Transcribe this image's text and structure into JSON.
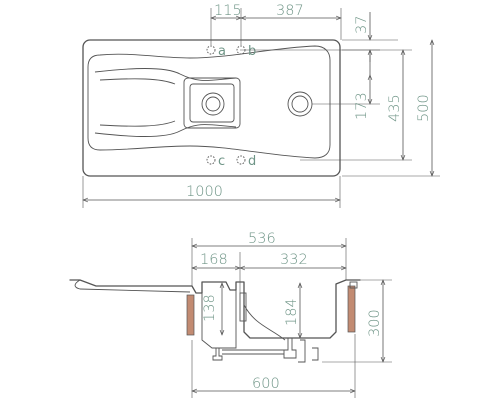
{
  "colors": {
    "line": "#555555",
    "dimension_text": "#6f9587",
    "wall_hatch": "#c28b72"
  },
  "top_view": {
    "dimensions": {
      "d115": "115",
      "d387": "387",
      "d37": "37",
      "d173": "173",
      "d435": "435",
      "d500": "500",
      "d1000": "1000"
    },
    "hole_labels": {
      "a": "a",
      "b": "b",
      "c": "c",
      "d": "d"
    }
  },
  "side_view": {
    "dimensions": {
      "d536": "536",
      "d168": "168",
      "d332": "332",
      "d138": "138",
      "d184": "184",
      "d300": "300",
      "d600": "600"
    }
  }
}
